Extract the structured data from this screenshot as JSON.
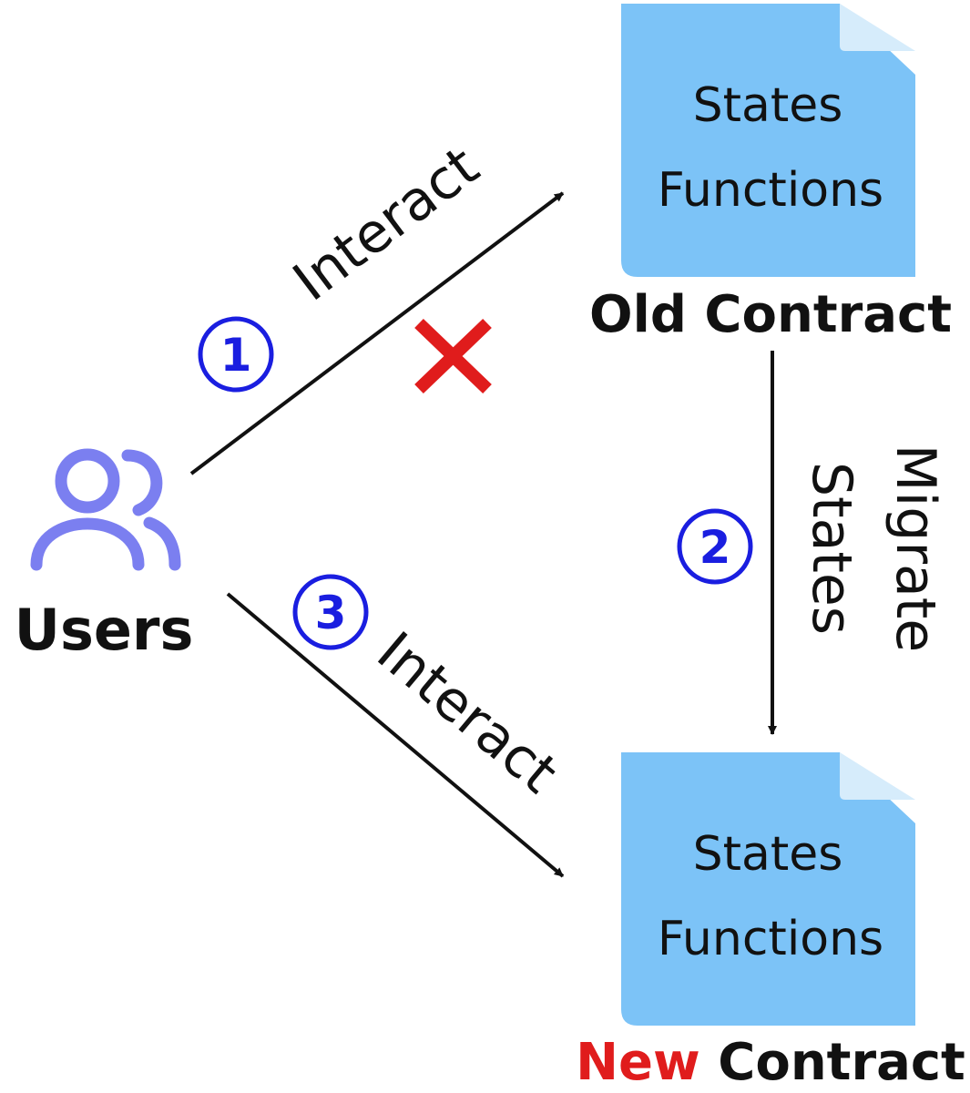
{
  "colors": {
    "doc_fill": "#7cc3f7",
    "doc_fold": "#d6ecfb",
    "user_icon": "#7b7ff0",
    "step_blue": "#1a1ee0",
    "cross_red": "#e01c1c",
    "new_red": "#e01c1c",
    "text": "#111111"
  },
  "users": {
    "label": "Users",
    "icon": "users-icon"
  },
  "old_contract": {
    "label": "Old Contract",
    "states": "States",
    "functions": "Functions"
  },
  "new_contract": {
    "label_prefix": "New",
    "label_suffix": " Contract",
    "states": "States",
    "functions": "Functions"
  },
  "edges": {
    "interact_old": {
      "label": "Interact",
      "step": "1",
      "blocked": true
    },
    "migrate": {
      "label_line1": "Migrate",
      "label_line2": "States",
      "step": "2"
    },
    "interact_new": {
      "label": "Interact",
      "step": "3"
    }
  }
}
